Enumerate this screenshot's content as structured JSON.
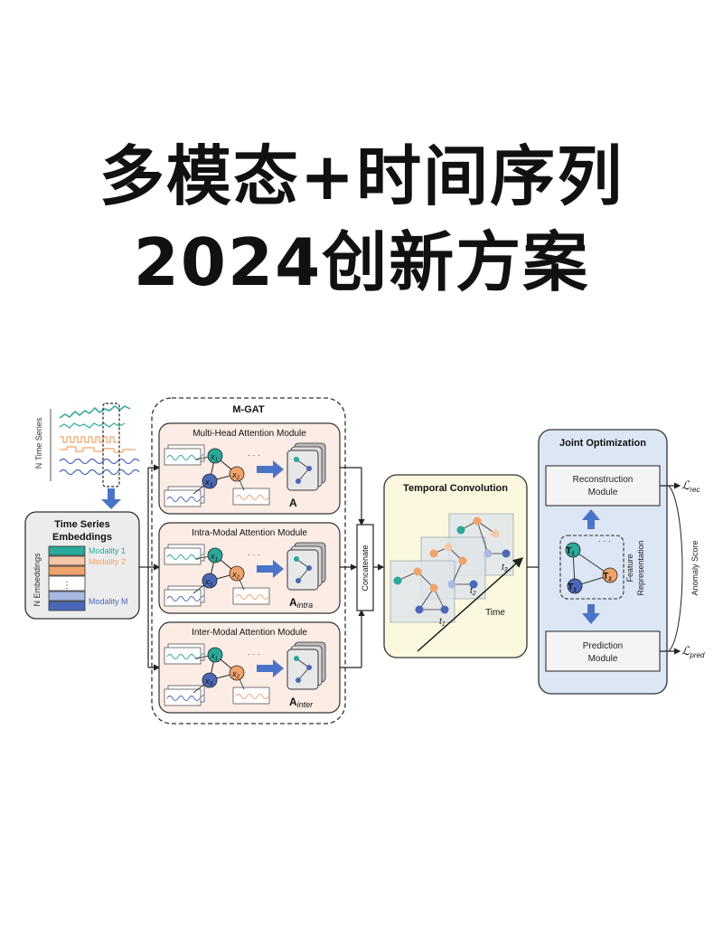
{
  "title": {
    "line1": "多模态+时间序列",
    "line2": "2024创新方案"
  },
  "diagram": {
    "input": {
      "series_label": "N Time Series",
      "embed_title_1": "Time Series",
      "embed_title_2": "Embeddings",
      "embed_side_label": "N Embeddings",
      "modality_1": "Modality 1",
      "modality_2": "Modality 2",
      "ellipsis": "⋮",
      "modality_m": "Modality M"
    },
    "mgat": {
      "title": "M-GAT",
      "modules": [
        {
          "label": "Multi-Head Attention Module",
          "matrix_base": "A",
          "matrix_sub": ""
        },
        {
          "label": "Intra-Modal Attention Module",
          "matrix_base": "A",
          "matrix_sub": "intra"
        },
        {
          "label": "Inter-Modal Attention Module",
          "matrix_base": "A",
          "matrix_sub": "inter"
        }
      ],
      "nodes": [
        "x",
        "x",
        "x"
      ],
      "node_subs": [
        "1",
        "2",
        "3"
      ],
      "dots": "· · ·"
    },
    "concat_label": "Concatenate",
    "temporal": {
      "title": "Temporal Convolution",
      "t_labels": [
        "t",
        "t",
        "t"
      ],
      "t_subs": [
        "1",
        "2",
        "3"
      ],
      "time_label": "Time"
    },
    "joint": {
      "title": "Joint Optimization",
      "recon_1": "Reconstruction",
      "recon_2": "Module",
      "pred_1": "Prediction",
      "pred_2": "Module",
      "feature_1": "Feature",
      "feature_2": "Representation",
      "node_labels": [
        "T",
        "T",
        "T"
      ],
      "node_subs": [
        "1",
        "2",
        "3"
      ]
    },
    "outputs": {
      "loss_rec_base": "ℒ",
      "loss_rec_sub": "rec",
      "loss_pred_base": "ℒ",
      "loss_pred_sub": "pred",
      "anomaly": "Anomaly Score"
    },
    "colors": {
      "teal": "#2aa89a",
      "orange": "#f0a36b",
      "blue": "#4a68b8",
      "arrow_blue": "#4a74c8",
      "module_bg": "#fbece6",
      "temporal_bg": "#fbf8df",
      "joint_bg": "#dde6f4"
    }
  }
}
